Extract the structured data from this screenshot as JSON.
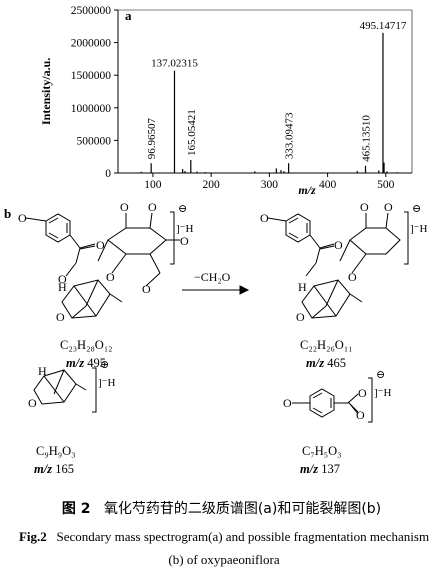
{
  "chart_data": {
    "type": "bar",
    "panel_label": "a",
    "xlabel": "m/z",
    "ylabel": "Intensity/a.u.",
    "xlim": [
      40,
      545
    ],
    "ylim": [
      0,
      2500000
    ],
    "x_ticks": [
      100,
      200,
      300,
      400,
      500
    ],
    "y_ticks": [
      0,
      500000,
      1000000,
      1500000,
      2000000,
      2500000
    ],
    "peaks": [
      {
        "x": 96.96507,
        "y": 150000,
        "label": "96.96507"
      },
      {
        "x": 137.02315,
        "y": 1570000,
        "label": "137.02315"
      },
      {
        "x": 165.05421,
        "y": 200000,
        "label": "165.05421"
      },
      {
        "x": 333.09473,
        "y": 150000,
        "label": "333.09473"
      },
      {
        "x": 465.1351,
        "y": 110000,
        "label": "465.13510"
      },
      {
        "x": 495.14717,
        "y": 2150000,
        "label": "495.14717"
      },
      {
        "x": 80,
        "y": 18000,
        "label": ""
      },
      {
        "x": 151,
        "y": 60000,
        "label": ""
      },
      {
        "x": 155,
        "y": 30000,
        "label": ""
      },
      {
        "x": 176,
        "y": 22000,
        "label": ""
      },
      {
        "x": 190,
        "y": 15000,
        "label": ""
      },
      {
        "x": 275,
        "y": 25000,
        "label": ""
      },
      {
        "x": 312,
        "y": 70000,
        "label": ""
      },
      {
        "x": 320,
        "y": 45000,
        "label": ""
      },
      {
        "x": 325,
        "y": 28000,
        "label": ""
      },
      {
        "x": 451,
        "y": 30000,
        "label": ""
      },
      {
        "x": 488,
        "y": 40000,
        "label": ""
      },
      {
        "x": 497,
        "y": 160000,
        "label": ""
      },
      {
        "x": 502,
        "y": 25000,
        "label": ""
      },
      {
        "x": 520,
        "y": 12000,
        "label": ""
      }
    ]
  },
  "panel_b": {
    "label": "b",
    "arrow_label": "−CH₂O",
    "charge": "⊖",
    "ion_h": "]⁻H",
    "structures": {
      "parent": {
        "formula": "C₂₃H₂₈O₁₂",
        "mz_prefix": "m/z",
        "mz_value": "495"
      },
      "product_465": {
        "formula": "C₂₂H₂₆O₁₁",
        "mz_prefix": "m/z",
        "mz_value": "465"
      },
      "product_165": {
        "formula": "C₉H₉O₃",
        "mz_prefix": "m/z",
        "mz_value": "165"
      },
      "product_137": {
        "formula": "C₇H₅O₃",
        "mz_prefix": "m/z",
        "mz_value": "137"
      }
    },
    "atoms": {
      "O": "O",
      "H": "H"
    }
  },
  "caption": {
    "cn_tag": "图 2",
    "cn_text": "氧化芍药苷的二级质谱图(a)和可能裂解图(b)",
    "en_tag": "Fig.2",
    "en_text": "Secondary mass spectrogram(a) and possible fragmentation mechanism (b) of oxypaeoniflora"
  }
}
